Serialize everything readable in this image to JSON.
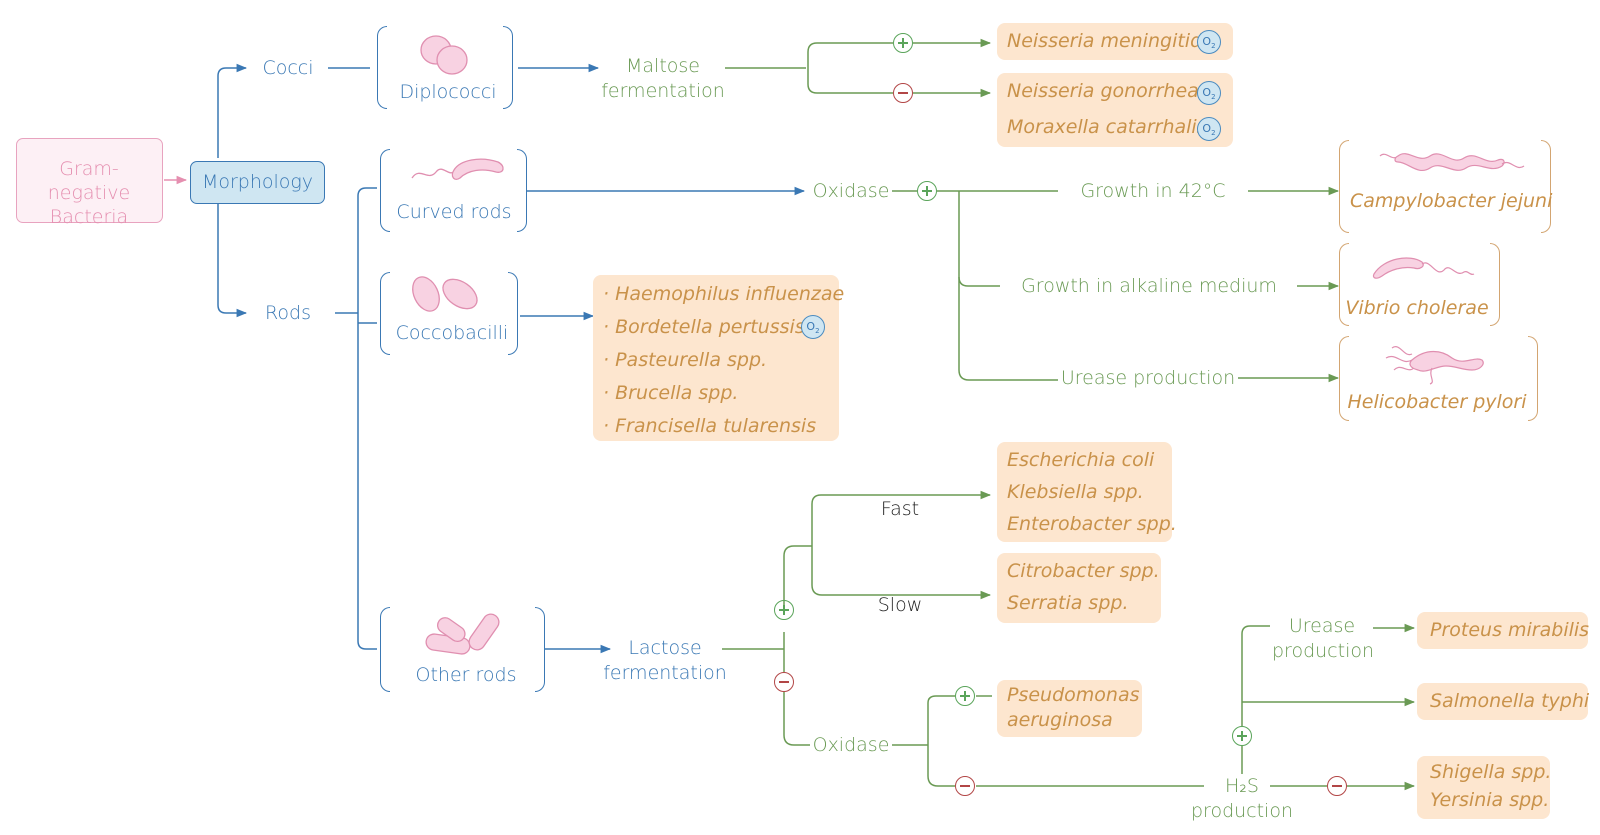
{
  "root": {
    "title": "Gram-negative Bacteria"
  },
  "morphology": {
    "label": "Morphology"
  },
  "cocci": {
    "label": "Cocci",
    "diplococci": "Diplococci",
    "test": "Maltose fermentation",
    "positive": [
      "Neisseria meningitidis"
    ],
    "negative": [
      "Neisseria gonorrheae",
      "Moraxella catarrhalis"
    ]
  },
  "rods": {
    "label": "Rods",
    "curved": {
      "label": "Curved rods",
      "test": "Oxidase",
      "branches": [
        {
          "test": "Growth in 42°C",
          "result": "Campylobacter jejuni"
        },
        {
          "test": "Growth in alkaline medium",
          "result": "Vibrio cholerae"
        },
        {
          "test": "Urease production",
          "result": "Helicobacter pylori"
        }
      ]
    },
    "coccobacilli": {
      "label": "Coccobacilli",
      "species": [
        "Haemophilus influenzae",
        "Bordetella pertussis",
        "Pasteurella spp.",
        "Brucella spp.",
        "Francisella tularensis"
      ]
    },
    "other": {
      "label": "Other rods",
      "test": "Lactose fermentation",
      "fast": {
        "label": "Fast",
        "species": [
          "Escherichia coli",
          "Klebsiella spp.",
          "Enterobacter spp."
        ]
      },
      "slow": {
        "label": "Slow",
        "species": [
          "Citrobacter spp.",
          "Serratia spp."
        ]
      },
      "oxidase": "Oxidase",
      "oxidase_positive": "Pseudomonas aeruginosa",
      "h2s": "H₂S production",
      "urease": "Urease production",
      "proteus": "Proteus mirabilis",
      "salmonella": "Salmonella typhi",
      "h2s_negative": [
        "Shigella spp.",
        "Yersinia spp."
      ]
    }
  },
  "icons": {
    "oxygen": "oxygen-icon",
    "symbol": "O₂"
  },
  "colors": {
    "blue": "#3a78b4",
    "green": "#6a9a54",
    "pink": "#e58fb0",
    "orange_box": "#fde6cf",
    "orange_text": "#c9924a",
    "plus": "#5aa45a",
    "minus": "#b24646",
    "oxygen_fill": "#cfe6f2"
  }
}
